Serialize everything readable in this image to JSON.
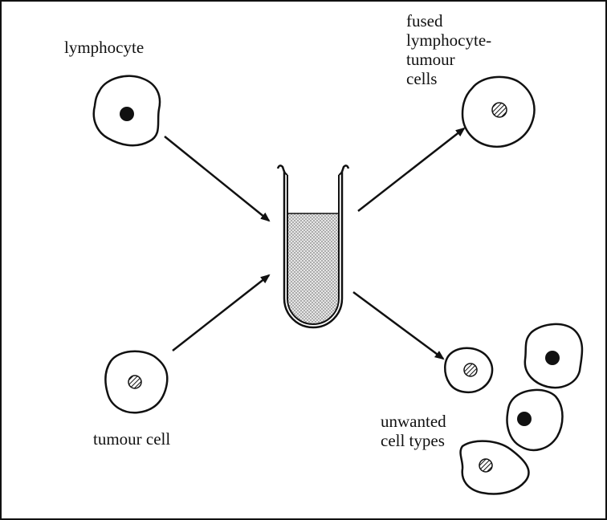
{
  "labels": {
    "lymphocyte": "lymphocyte",
    "fused": [
      "fused",
      "lymphocyte-",
      "tumour",
      "cells"
    ],
    "tumour_cell": "tumour cell",
    "unwanted": [
      "unwanted",
      "cell types"
    ]
  },
  "colors": {
    "line": "#111111",
    "liquid_fill": "#dedede",
    "background": "#ffffff"
  },
  "icons": [
    "lymphocyte-cell",
    "tumour-cell",
    "fused-cell",
    "test-tube",
    "arrow"
  ]
}
